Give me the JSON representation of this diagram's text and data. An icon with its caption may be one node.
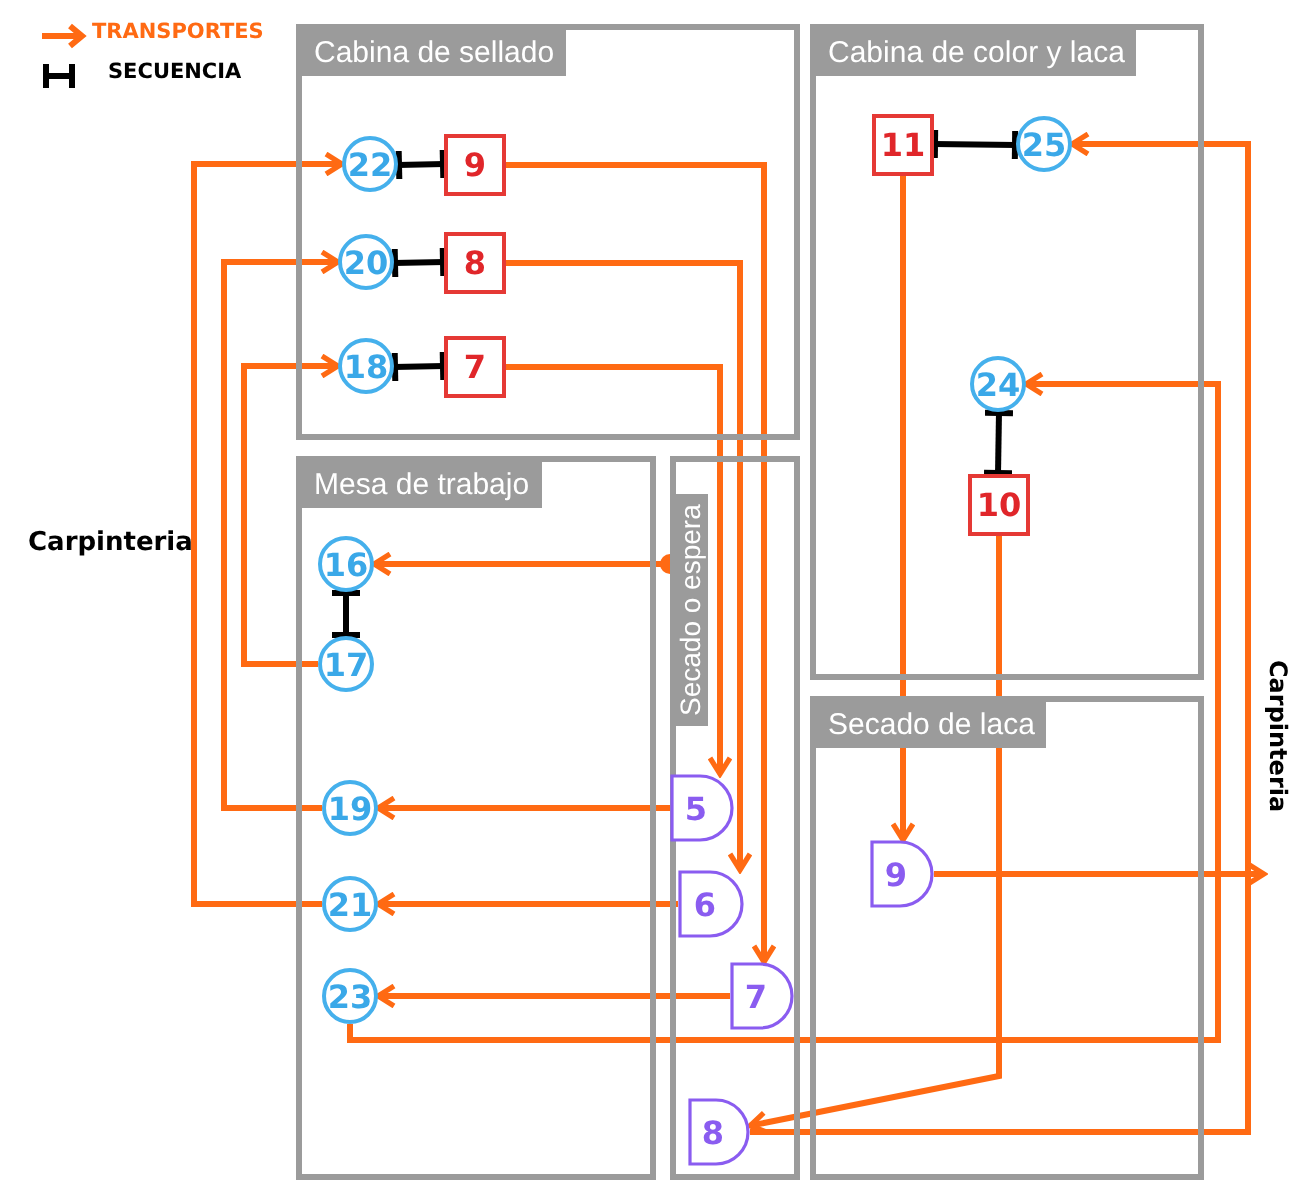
{
  "diagram": {
    "nodes": [
      {
        "text": [
          "Cabina de sellado"
        ]
      },
      {
        "text": [
          "22"
        ],
        "in": 0
      },
      {
        "text": [
          "9"
        ],
        "in": 0
      },
      {
        "text": [
          "20"
        ],
        "in": 0
      },
      {
        "text": [
          "8"
        ],
        "in": 0
      },
      {
        "text": [
          "18"
        ],
        "in": 0
      },
      {
        "text": [
          "7"
        ],
        "in": 0
      },
      {
        "text": [
          "Cabina de color y laca"
        ]
      },
      {
        "text": [
          "11"
        ],
        "in": 7
      },
      {
        "text": [
          "25"
        ],
        "in": 7
      },
      {
        "text": [
          "24"
        ],
        "in": 7
      },
      {
        "text": [
          "10"
        ],
        "in": 7
      },
      {
        "text": [
          "Mesa de trabajo"
        ]
      },
      {
        "text": [
          "16"
        ],
        "in": 12
      },
      {
        "text": [
          "17"
        ],
        "in": 12
      },
      {
        "text": [
          "19"
        ],
        "in": 12
      },
      {
        "text": [
          "21"
        ],
        "in": 12
      },
      {
        "text": [
          "23"
        ],
        "in": 12
      },
      {
        "text": [
          "Secado o espera"
        ]
      },
      {
        "text": [
          "5"
        ],
        "in": 18
      },
      {
        "text": [
          "6"
        ],
        "in": 18
      },
      {
        "text": [
          "7"
        ],
        "in": 18
      },
      {
        "text": [
          "8"
        ],
        "in": 18
      },
      {
        "text": [
          "Secado de laca"
        ]
      },
      {
        "text": [
          "9"
        ],
        "in": 23
      },
      {
        "text": [
          "Carpinteria"
        ]
      }
    ],
    "edges": [
      {
        "from": 6,
        "to": 19,
        "arrow": "to"
      },
      {
        "from": 4,
        "to": 20,
        "arrow": "to"
      },
      {
        "from": 2,
        "to": 21,
        "arrow": "to"
      },
      {
        "from": 19,
        "to": 15,
        "arrow": "to"
      },
      {
        "from": 20,
        "to": 16,
        "arrow": "to"
      },
      {
        "from": 21,
        "to": 17,
        "arrow": "to"
      },
      {
        "from": 15,
        "to": 3,
        "arrow": "to"
      },
      {
        "from": 16,
        "to": 1,
        "arrow": "to"
      },
      {
        "from": 14,
        "to": 5,
        "arrow": "to"
      },
      {
        "from": 18,
        "to": 13,
        "arrow": "to"
      },
      {
        "from": 17,
        "to": 10,
        "arrow": "to"
      },
      {
        "from": 8,
        "to": 24,
        "arrow": "to"
      },
      {
        "from": 11,
        "to": 22,
        "arrow": "to"
      },
      {
        "from": 22,
        "to": 9,
        "arrow": "to"
      },
      {
        "from": 24,
        "to": 25,
        "arrow": "to"
      },
      {
        "from": 1,
        "to": 2,
        "arrow": "other",
        "color": "#000000"
      },
      {
        "from": 3,
        "to": 4,
        "arrow": "other",
        "color": "#000000"
      },
      {
        "from": 5,
        "to": 6,
        "arrow": "other",
        "color": "#000000"
      },
      {
        "from": 8,
        "to": 9,
        "arrow": "other",
        "color": "#000000"
      },
      {
        "from": 13,
        "to": 14,
        "arrow": "other",
        "color": "#000000"
      },
      {
        "from": 10,
        "to": 11,
        "arrow": "other",
        "color": "#000000"
      }
    ],
    "labels": [
      "Carpinteria"
    ],
    "legend": [
      {
        "text": "TRANSPORTES"
      },
      {
        "text": "SECUENCIA"
      }
    ]
  }
}
